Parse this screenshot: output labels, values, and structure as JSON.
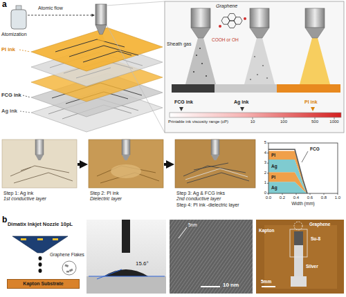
{
  "diagram": {
    "nodes": [
      {
        "text": [
          "Step 1: Ag ink",
          "1st conductive layer"
        ]
      },
      {
        "text": [
          "Step 2: PI ink",
          "Dielectric layer"
        ]
      },
      {
        "text": [
          "Step 3: Ag & FCG inks",
          "2nd conductive layer",
          "Step 4: PI ink -dielectric layer"
        ]
      },
      {
        "text": [
          "Dimatix Inkjet Nozzle 10pL"
        ]
      },
      {
        "text": [
          "Kapton Substrate"
        ]
      }
    ],
    "edges": [
      {
        "from": 0,
        "to": 1,
        "arrow": "to"
      },
      {
        "from": 1,
        "to": 2,
        "arrow": "to"
      }
    ],
    "labels": [
      "a",
      "Atomic flow",
      "Atomization",
      "PI ink",
      "FCG ink",
      "Ag ink",
      "Graphene",
      "COOH or OH",
      "Sheath gas",
      "FCG ink",
      "Ag ink",
      "PI ink",
      "Printable ink viscosity range (cP)",
      "10",
      "100",
      "500",
      "1000",
      "PI",
      "Ag",
      "PI",
      "Ag",
      "FCG",
      "0.0",
      "0.2",
      "0.4",
      "0.6",
      "0.8",
      "1.0",
      "Width (mm)",
      "0",
      "1",
      "2",
      "3",
      "4",
      "5",
      "b",
      "Graphene Flakes",
      "15.6°",
      "5nm",
      "10 nm",
      "Graphene",
      "Su-8",
      "Silver",
      "Kapton",
      "5mm"
    ]
  }
}
